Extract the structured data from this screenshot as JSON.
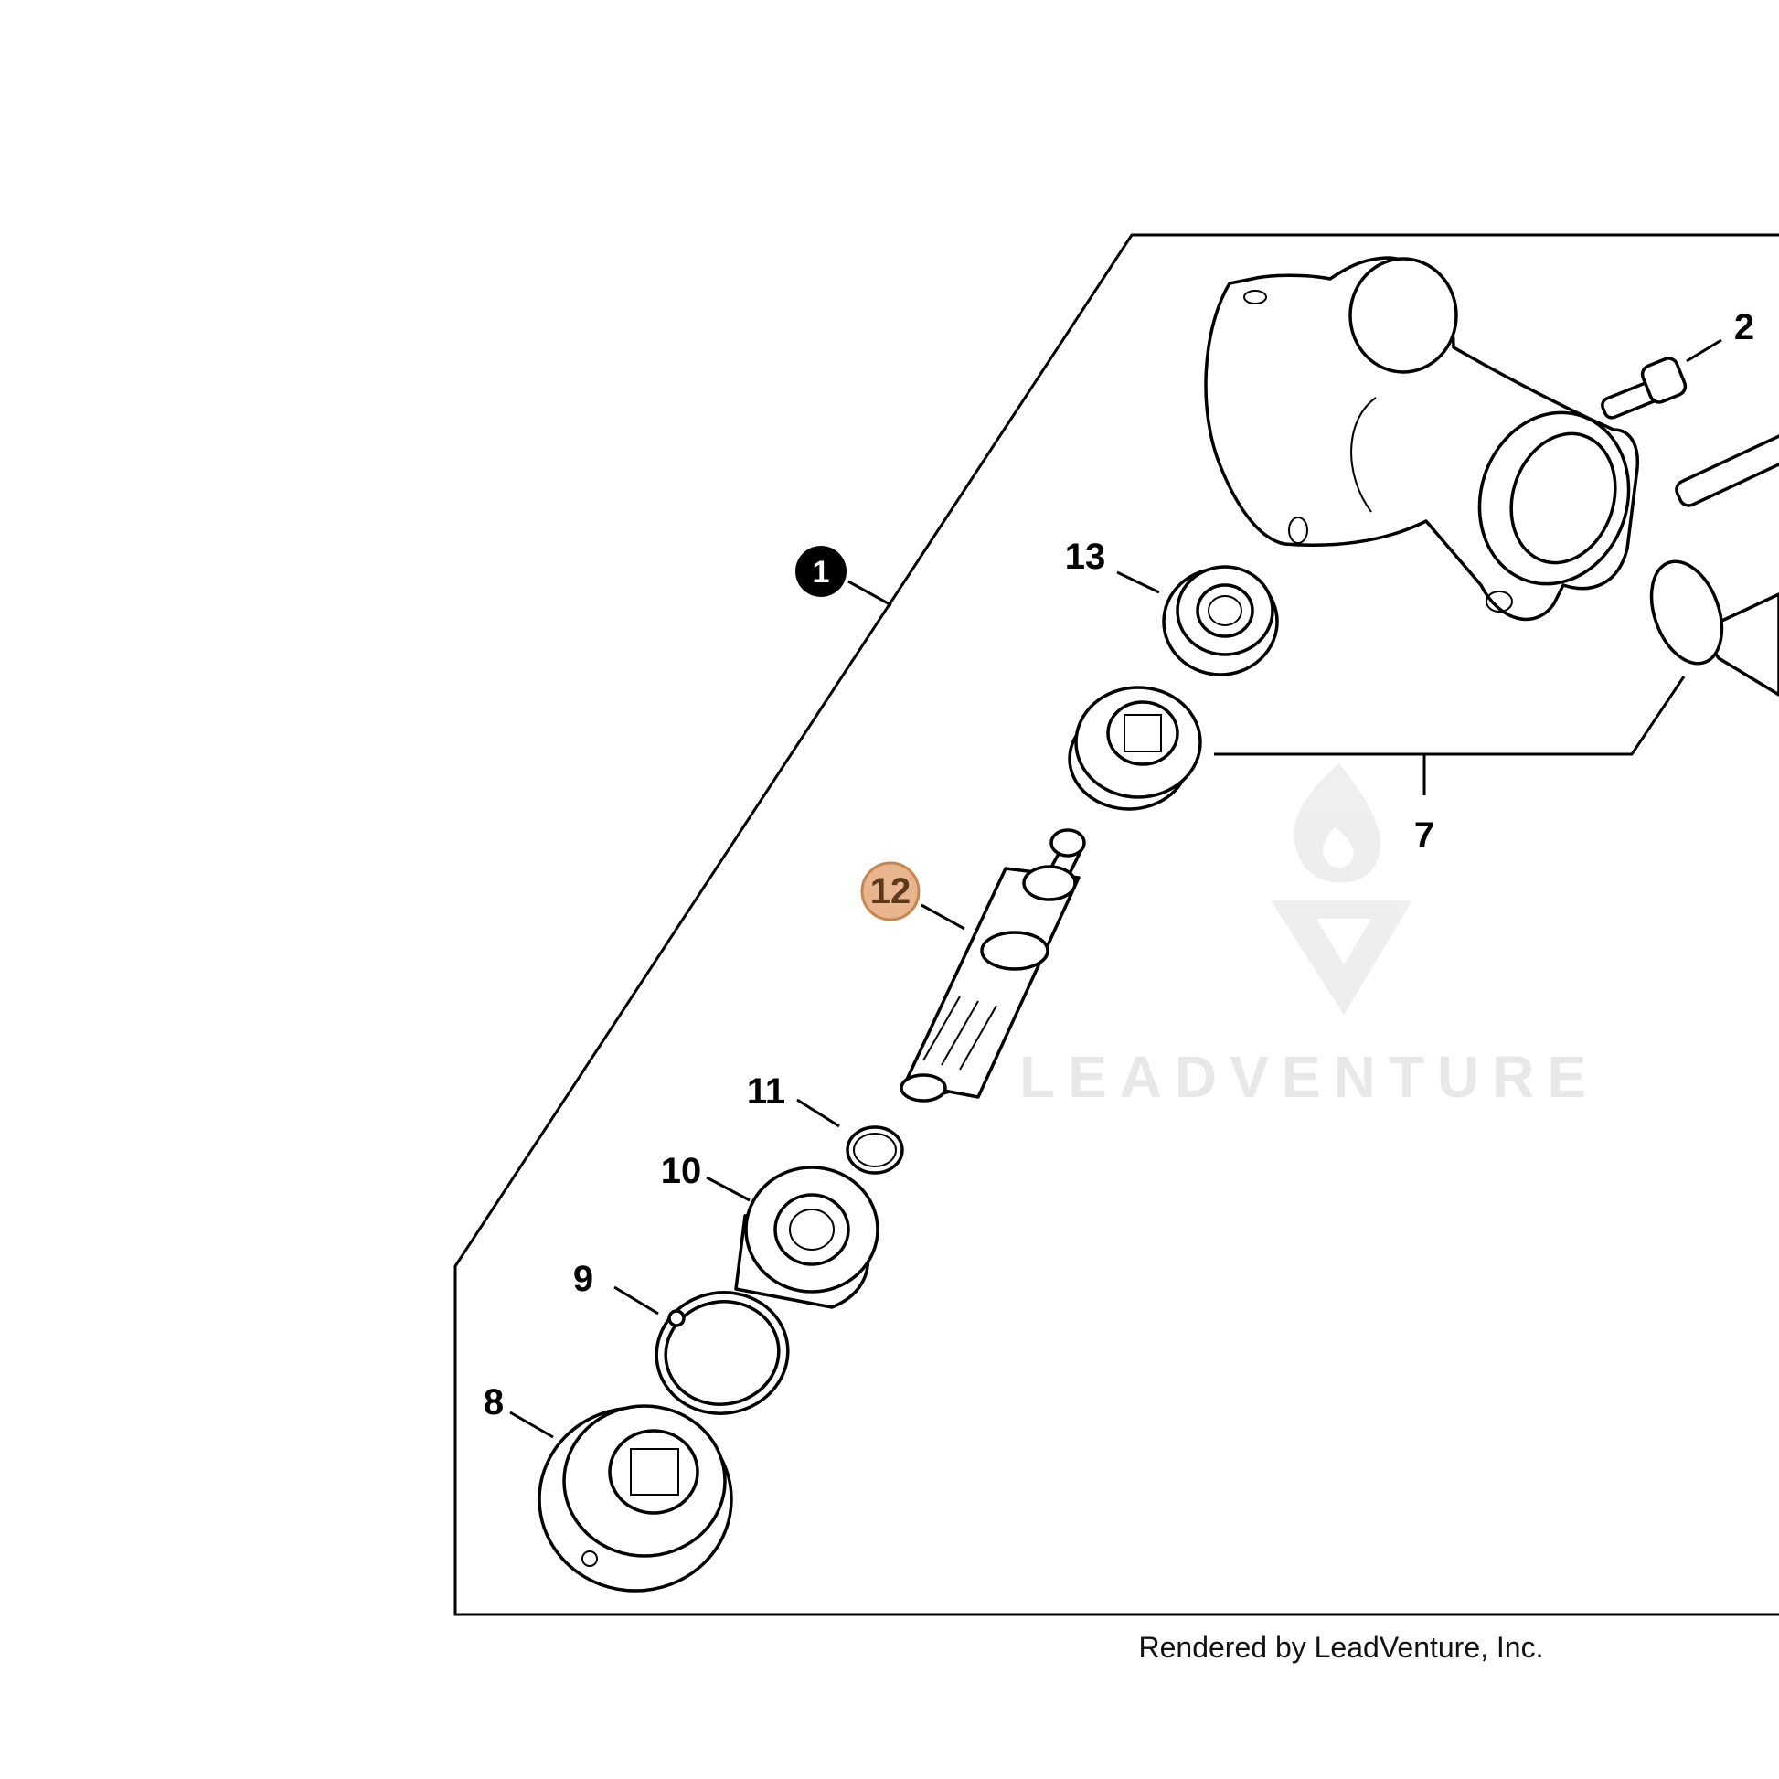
{
  "parts": {
    "p1": "1",
    "p2": "2",
    "p7": "7",
    "p8": "8",
    "p9": "9",
    "p10": "10",
    "p11": "11",
    "p12": "12",
    "p13": "13"
  },
  "highlight_color": "#e8b58e",
  "watermark": "LEADVENTURE",
  "credit": "Rendered by LeadVenture, Inc."
}
